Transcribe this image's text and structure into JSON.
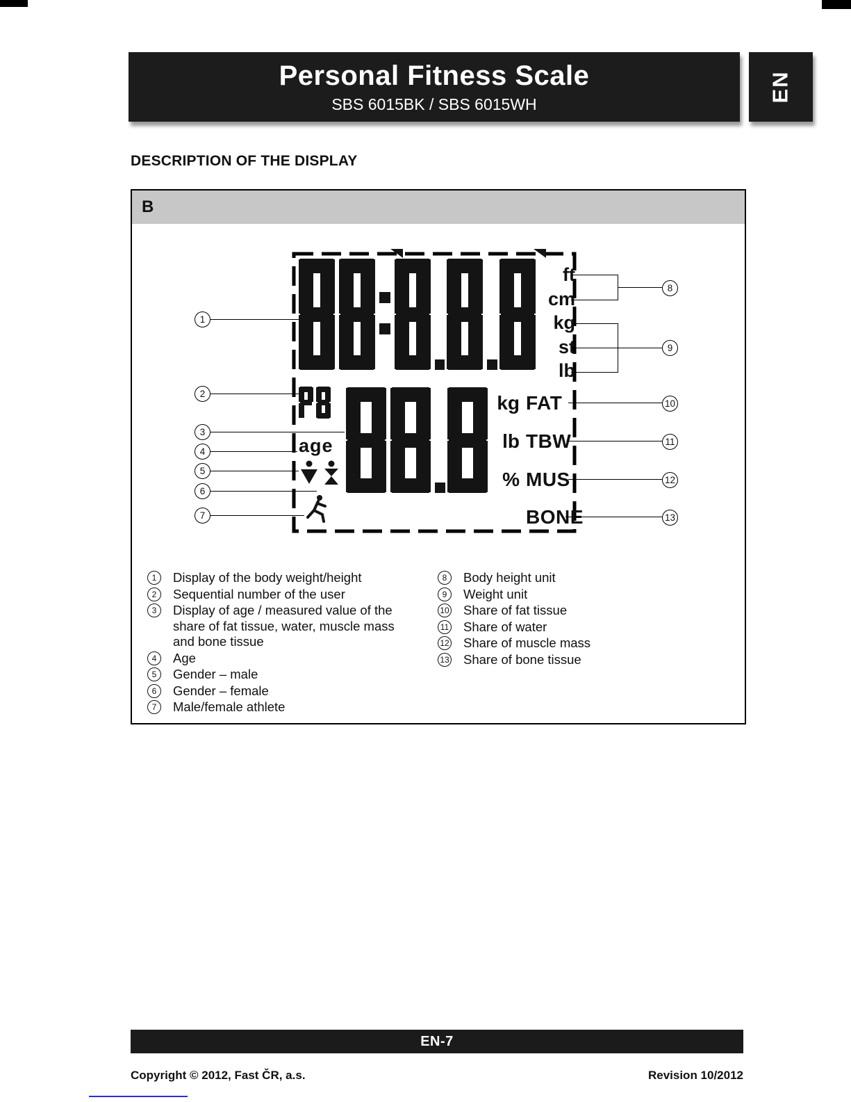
{
  "header": {
    "title": "Personal Fitness Scale",
    "subtitle": "SBS 6015BK / SBS 6015WH",
    "lang_tab": "EN"
  },
  "section_title": "DESCRIPTION OF THE DISPLAY",
  "figure": {
    "label": "B"
  },
  "lcd": {
    "top_row": "88:8.8.8",
    "user_number": "P8",
    "sub_row": "88.8",
    "age_label": "age",
    "height_units": [
      "ft",
      "cm"
    ],
    "weight_units": [
      "kg",
      "st",
      "lb"
    ],
    "metric_rows": [
      {
        "unit": "kg",
        "label": "FAT"
      },
      {
        "unit": "lb",
        "label": "TBW"
      },
      {
        "unit": "%",
        "label": "MUS"
      },
      {
        "unit": "",
        "label": "BONE"
      }
    ]
  },
  "legend_left": [
    {
      "num": "1",
      "text": "Display of the body weight/height"
    },
    {
      "num": "2",
      "text": "Sequential number of the user"
    },
    {
      "num": "3",
      "text": "Display of age / measured value of the share of fat tissue, water, muscle mass and bone tissue"
    },
    {
      "num": "4",
      "text": "Age"
    },
    {
      "num": "5",
      "text": "Gender – male"
    },
    {
      "num": "6",
      "text": "Gender – female"
    },
    {
      "num": "7",
      "text": "Male/female athlete"
    }
  ],
  "legend_right": [
    {
      "num": "8",
      "text": "Body height unit"
    },
    {
      "num": "9",
      "text": "Weight unit"
    },
    {
      "num": "10",
      "text": "Share of fat tissue"
    },
    {
      "num": "11",
      "text": "Share of water"
    },
    {
      "num": "12",
      "text": "Share of muscle mass"
    },
    {
      "num": "13",
      "text": "Share of bone tissue"
    }
  ],
  "footer": {
    "page_number": "EN-7",
    "copyright": "Copyright © 2012, Fast ČR, a.s.",
    "revision": "Revision 10/2012"
  }
}
